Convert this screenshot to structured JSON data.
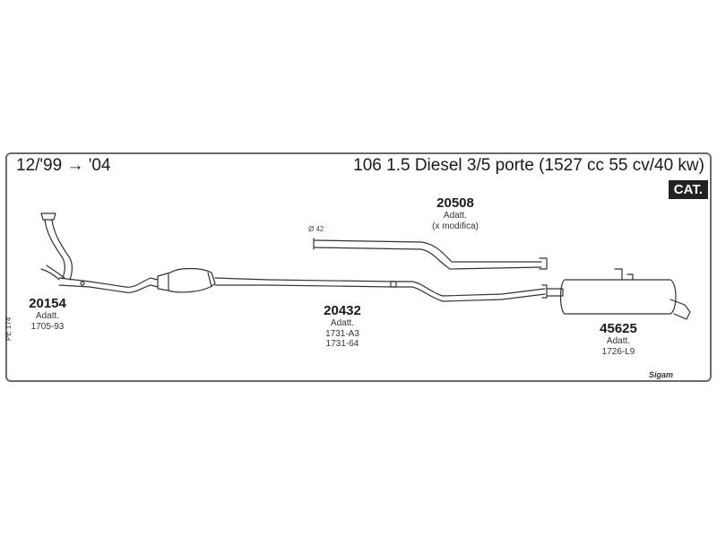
{
  "header": {
    "date_range": "12/'99 → '04",
    "title": "106 1.5 Diesel 3/5 porte (1527 cc 55 cv/40 kw)",
    "badge": "CAT."
  },
  "parts": [
    {
      "number": "20154",
      "label1": "Adatt.",
      "label2": "1705-93",
      "label3": ""
    },
    {
      "number": "20432",
      "label1": "Adatt.",
      "label2": "1731-A3",
      "label3": "1731-64"
    },
    {
      "number": "20508",
      "label1": "Adatt.",
      "label2": "(x modifica)",
      "label3": ""
    },
    {
      "number": "45625",
      "label1": "Adatt.",
      "label2": "1726-L9",
      "label3": ""
    }
  ],
  "diameter_label": "Ø 42",
  "side_code": "PE 174",
  "brand": "Sigam",
  "colors": {
    "line": "#333333",
    "panel_border": "#6a6a6a",
    "badge_bg": "#222222"
  }
}
